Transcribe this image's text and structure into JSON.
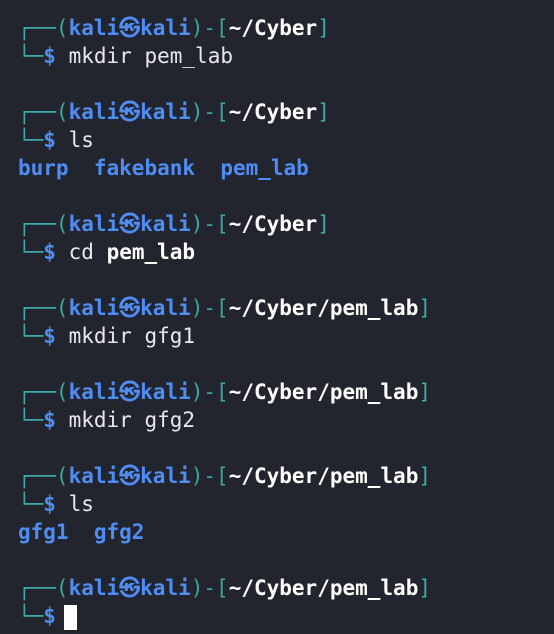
{
  "prompt": {
    "user": "kali",
    "at_symbol": "㉿",
    "host": "kali",
    "open_bracket": "[",
    "close_bracket": "]",
    "sep": ")-",
    "top_corner": "┌──(",
    "bottom_corner": "└─",
    "dollar": "$"
  },
  "blocks": [
    {
      "path": "~/Cyber",
      "command": "mkdir",
      "arg": "pem_lab",
      "arg_bold": false,
      "output": []
    },
    {
      "path": "~/Cyber",
      "command": "ls",
      "arg": "",
      "arg_bold": false,
      "output": [
        "burp",
        "fakebank",
        "pem_lab"
      ]
    },
    {
      "path": "~/Cyber",
      "command": "cd",
      "arg": "pem_lab",
      "arg_bold": true,
      "output": []
    },
    {
      "path": "~/Cyber/pem_lab",
      "command": "mkdir",
      "arg": "gfg1",
      "arg_bold": false,
      "output": []
    },
    {
      "path": "~/Cyber/pem_lab",
      "command": "mkdir",
      "arg": "gfg2",
      "arg_bold": false,
      "output": []
    },
    {
      "path": "~/Cyber/pem_lab",
      "command": "ls",
      "arg": "",
      "arg_bold": false,
      "output": [
        "gfg1",
        "gfg2"
      ]
    },
    {
      "path": "~/Cyber/pem_lab",
      "command": "",
      "arg": "",
      "arg_bold": false,
      "output": []
    }
  ],
  "colors": {
    "background": "#22252d",
    "box": "#3ea8a8",
    "accent": "#4f8df5",
    "text": "#e7e9ee"
  }
}
